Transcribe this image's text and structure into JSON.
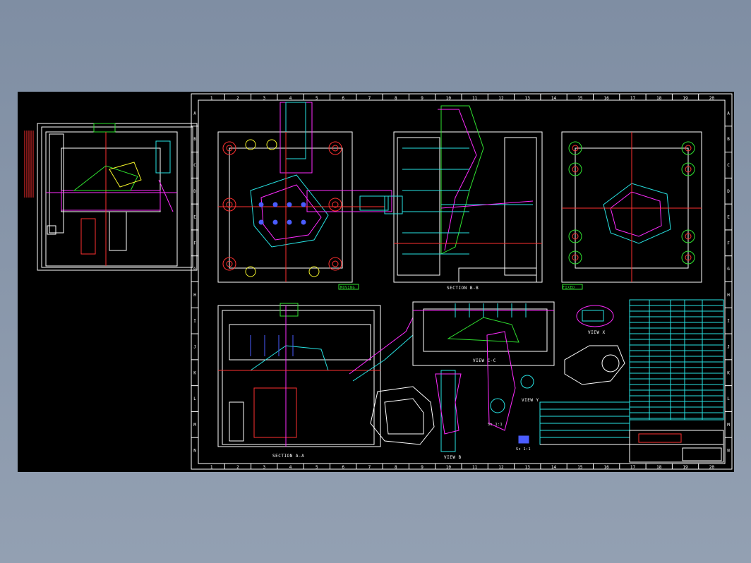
{
  "drawing": {
    "columns": [
      "1",
      "2",
      "3",
      "4",
      "5",
      "6",
      "7",
      "8",
      "9",
      "10",
      "11",
      "12",
      "13",
      "14",
      "15",
      "16",
      "17",
      "18",
      "19",
      "20"
    ],
    "rows": [
      "A",
      "B",
      "C",
      "D",
      "E",
      "F",
      "G",
      "H",
      "I",
      "J",
      "K",
      "L",
      "M",
      "N"
    ],
    "view_labels": {
      "section_aa": "SECTION A-A",
      "section_bb": "SECTION B-B",
      "section_cc": "VIEW C-C",
      "view_b": "VIEW B",
      "view_x": "VIEW X",
      "view_y": "VIEW Y",
      "scale_a": "Sc 1:1",
      "scale_b": "Sc 1:1",
      "tag_left": "MOVING",
      "tag_right": "FIXED"
    }
  },
  "colors": {
    "background": "#000000",
    "frame": "#ffffff",
    "cyan": "#27e3e3",
    "magenta": "#ff2bff",
    "red": "#ff3030",
    "green": "#30e230",
    "blue": "#4a5cff",
    "yellow": "#f5f52a"
  }
}
